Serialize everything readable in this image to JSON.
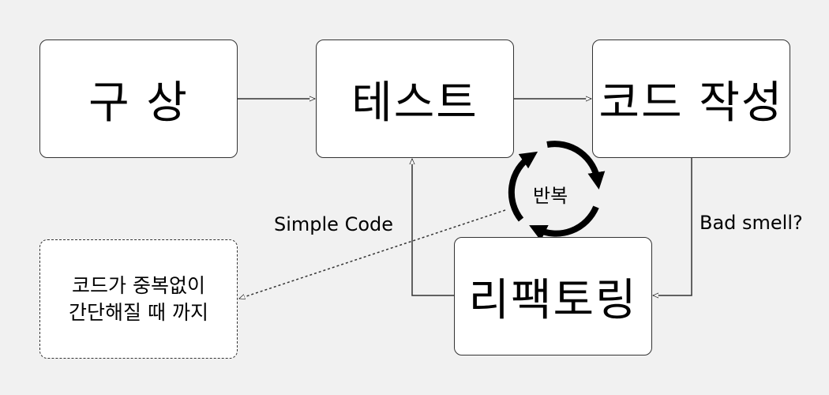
{
  "diagram": {
    "boxes": {
      "plan": "구 상",
      "test": "테스트",
      "code": "코드 작성",
      "refactor": "리팩토링",
      "note_line1": "코드가 중복없이",
      "note_line2": "간단해질 때 까지"
    },
    "labels": {
      "simple_code": "Simple Code",
      "bad_smell": "Bad smell?",
      "repeat": "반복"
    }
  }
}
